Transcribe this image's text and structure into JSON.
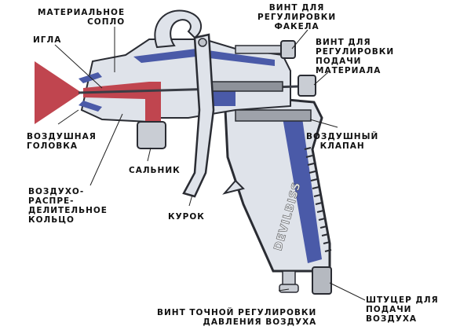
{
  "diagram": {
    "subject": "Spray gun cross-section (DeVilbiss)",
    "brand_text": "DEVILBISS",
    "colors": {
      "material": "#c0454f",
      "air": "#4a5aa8",
      "metal_light": "#dfe3ea",
      "metal_dark": "#3a3d45",
      "label": "#111111",
      "background": "#ffffff"
    },
    "labels": {
      "material_nozzle": [
        "МАТЕРИАЛЬНОЕ",
        "СОПЛО"
      ],
      "needle": [
        "ИГЛА"
      ],
      "air_cap": [
        "ВОЗДУШНАЯ",
        "ГОЛОВКА"
      ],
      "air_distribution_ring": [
        "ВОЗДУХО-",
        "РАСПРЕ-",
        "ДЕЛИТЕЛЬНОЕ",
        "КОЛЬЦО"
      ],
      "packing": [
        "САЛЬНИК"
      ],
      "trigger": [
        "КУРОК"
      ],
      "fan_adjust_screw": [
        "ВИНТ ДЛЯ",
        "РЕГУЛИРОВКИ",
        "ФАКЕЛА"
      ],
      "fluid_adjust_screw": [
        "ВИНТ ДЛЯ",
        "РЕГУЛИРОВКИ",
        "ПОДАЧИ",
        "МАТЕРИАЛА"
      ],
      "air_valve": [
        "ВОЗДУШНЫЙ",
        "КЛАПАН"
      ],
      "air_pressure_screw": [
        "ВИНТ ТОЧНОЙ РЕГУЛИРОВКИ",
        "ДАВЛЕНИЯ ВОЗДУХА"
      ],
      "air_inlet": [
        "ШТУЦЕР ДЛЯ",
        "ПОДАЧИ",
        "ВОЗДУХА"
      ]
    }
  }
}
